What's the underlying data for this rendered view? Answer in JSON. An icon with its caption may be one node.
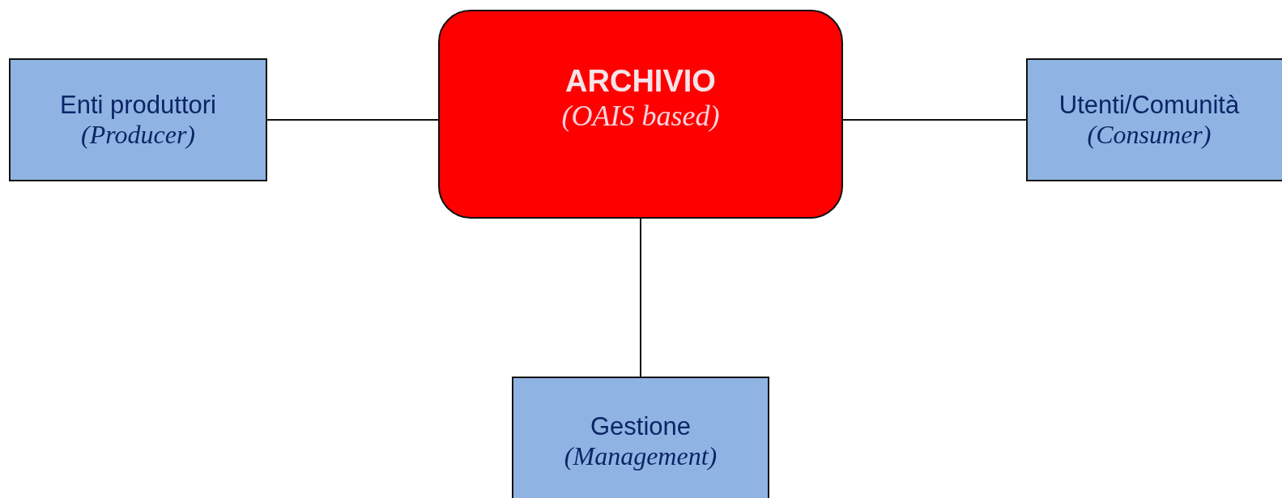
{
  "diagram": {
    "nodes": [
      {
        "text": [
          "Enti produttori",
          "(Producer)"
        ]
      },
      {
        "text": [
          "ARCHIVIO",
          "(OAIS based)"
        ]
      },
      {
        "text": [
          "Utenti/Comunità",
          "(Consumer)"
        ]
      },
      {
        "text": [
          "Gestione",
          "(Management)"
        ]
      }
    ],
    "edges": [
      {
        "from": 0,
        "to": 1,
        "arrow": "none"
      },
      {
        "from": 1,
        "to": 2,
        "arrow": "none"
      },
      {
        "from": 1,
        "to": 3,
        "arrow": "none"
      }
    ]
  }
}
